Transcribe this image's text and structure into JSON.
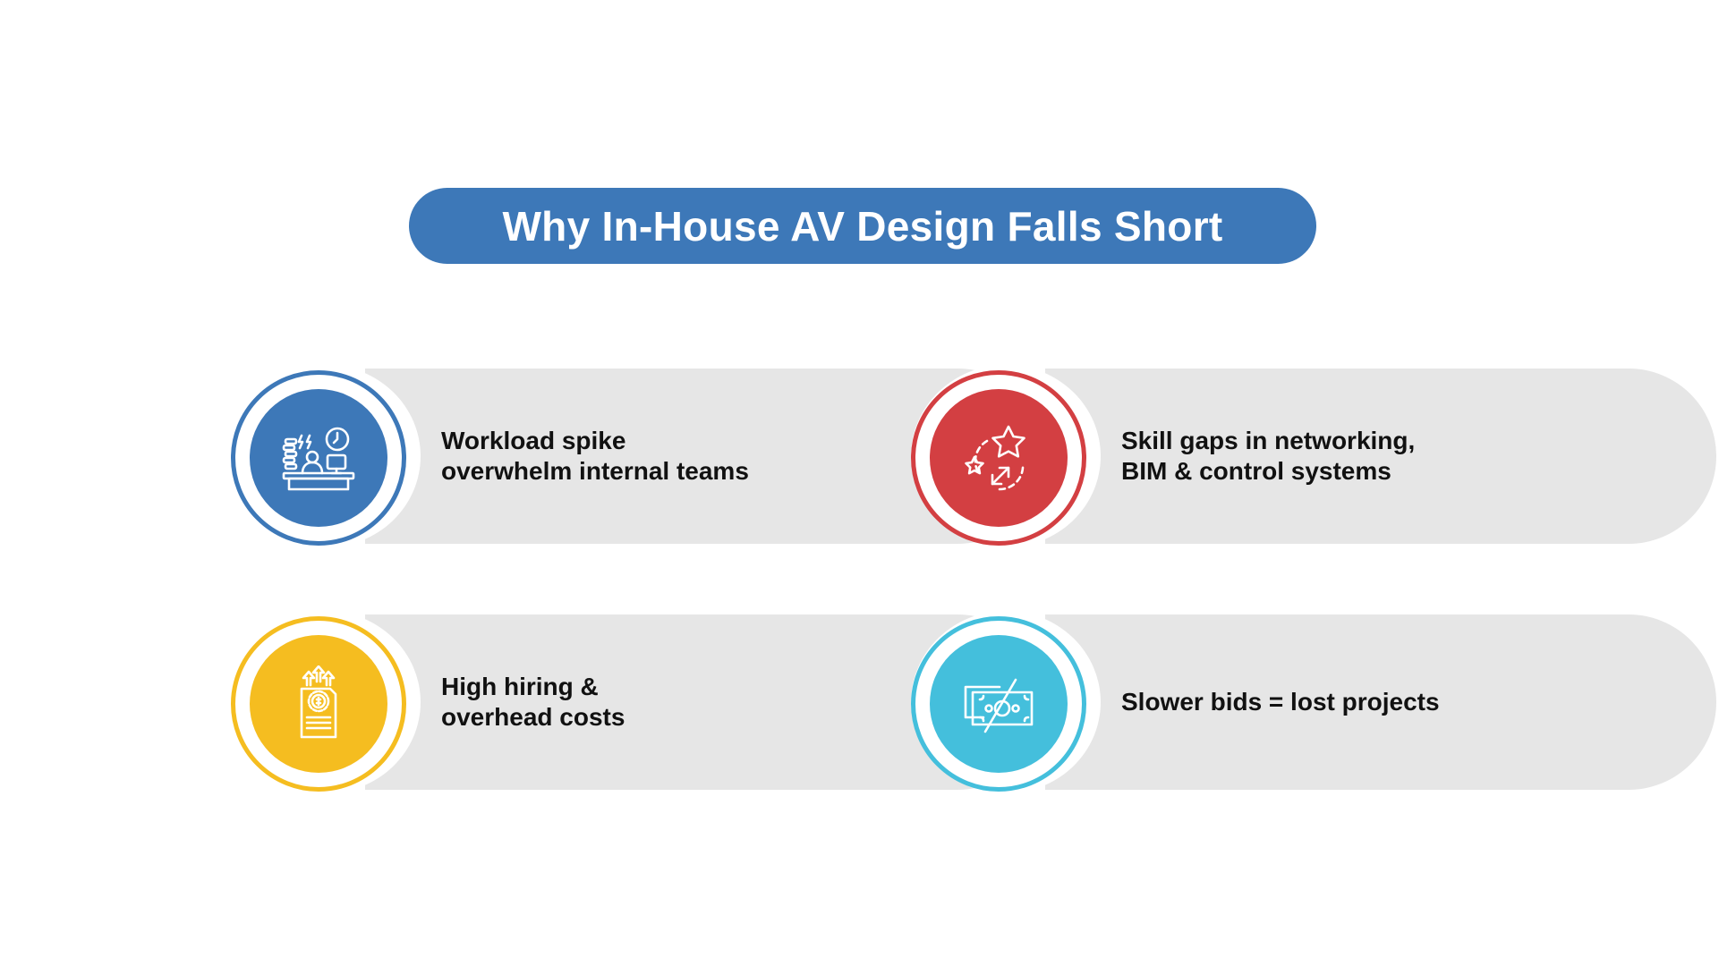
{
  "title": "Why In-House AV Design Falls Short",
  "colors": {
    "title_bg": "#3d78b8",
    "card_bg": "#e6e6e6",
    "text": "#111111"
  },
  "cards": [
    {
      "label": "Workload spike\noverwhelm internal teams",
      "icon": "overworked-desk-icon",
      "accent": "#3d78b8"
    },
    {
      "label": "Skill gaps in networking,\nBIM & control systems",
      "icon": "stars-skill-icon",
      "accent": "#d33f42"
    },
    {
      "label": "High hiring &\noverhead costs",
      "icon": "rising-cost-document-icon",
      "accent": "#f5bd20"
    },
    {
      "label": "Slower bids = lost projects",
      "icon": "no-money-icon",
      "accent": "#44bfdc"
    }
  ]
}
